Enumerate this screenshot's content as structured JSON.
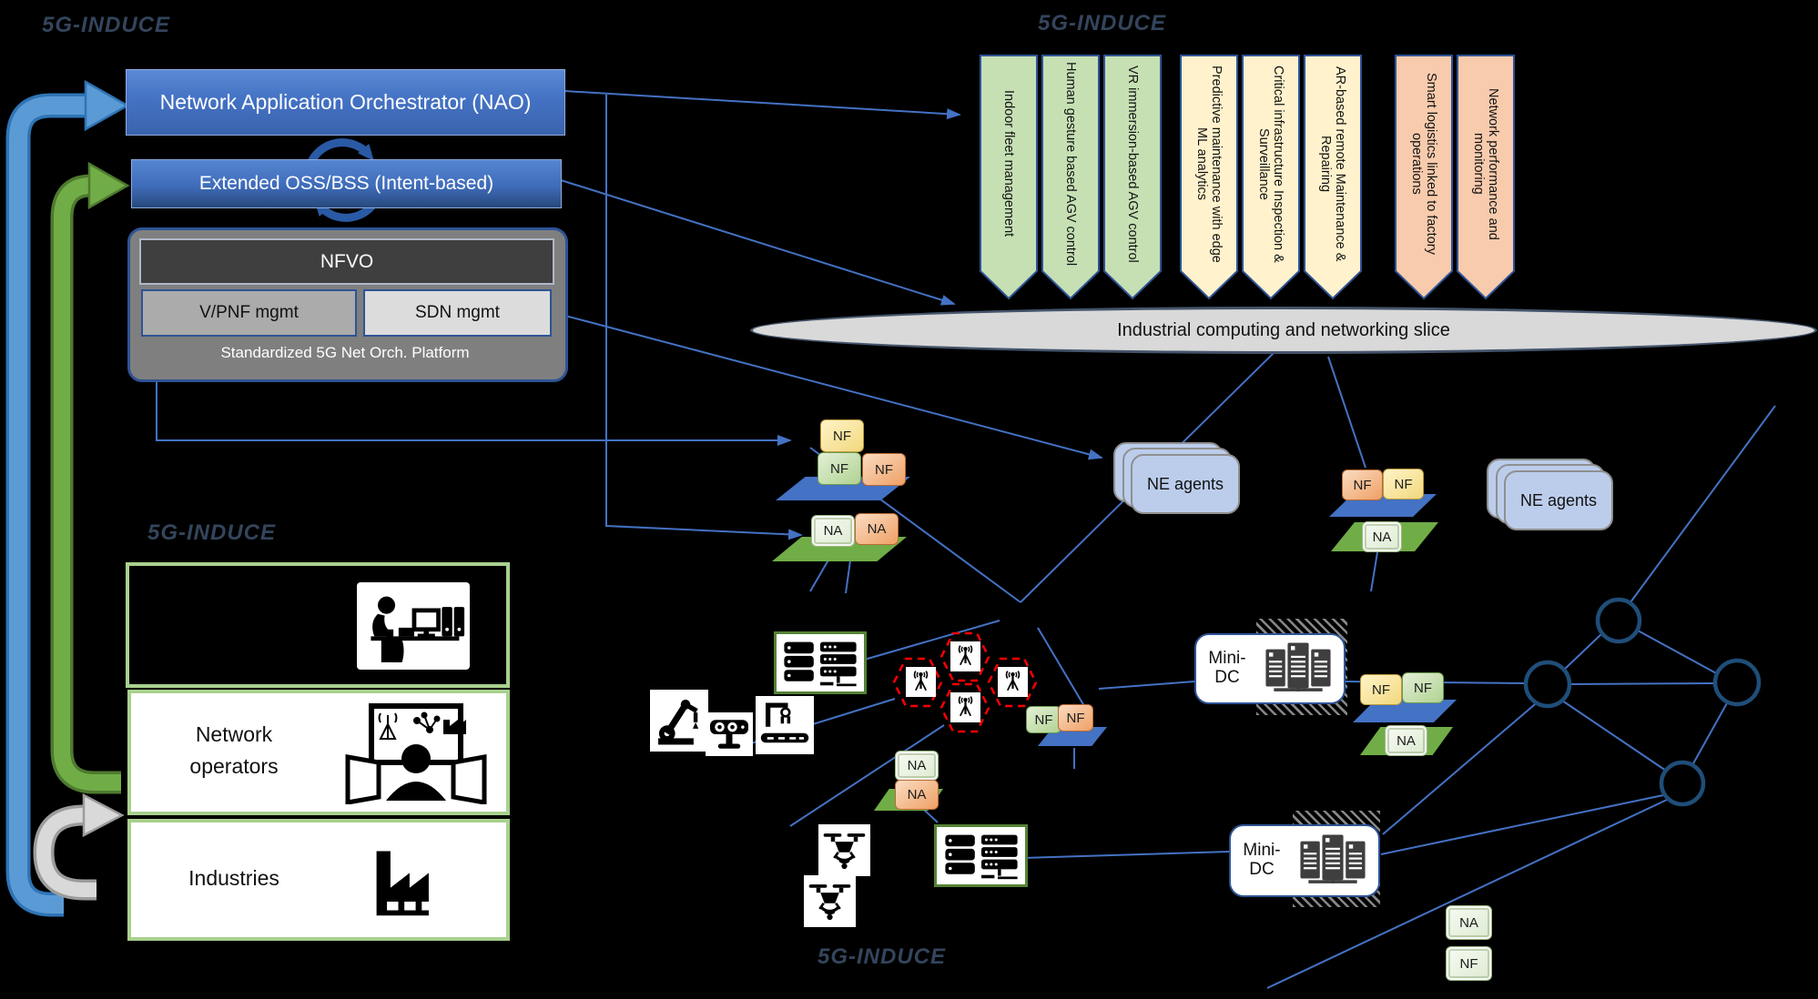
{
  "branding": {
    "watermark": "5G-INDUCE"
  },
  "orchestration": {
    "nao_label": "Network Application Orchestrator  (NAO)",
    "ossbss_label": "Extended OSS/BSS (Intent-based)",
    "nfvo_label": "NFVO",
    "vpnf_label": "V/PNF mgmt",
    "sdn_label": "SDN mgmt",
    "platform_caption": "Standardized 5G Net Orch. Platform"
  },
  "use_cases": [
    {
      "label": "Indoor fleet management",
      "group": "green"
    },
    {
      "label": "Human gesture based AGV control",
      "group": "green"
    },
    {
      "label": "VR immersion-based AGV control",
      "group": "green"
    },
    {
      "label": "Predictive maintenance with edge ML analytics",
      "group": "yellow"
    },
    {
      "label": "Critical infrastructure Inspection & Surveillance",
      "group": "yellow"
    },
    {
      "label": "AR-based remote Maintenance & Repairing",
      "group": "yellow"
    },
    {
      "label": "Smart logistics linked to factory operations",
      "group": "orange"
    },
    {
      "label": "Network performance and monitoring",
      "group": "orange"
    }
  ],
  "slice": {
    "label": "Industrial computing and networking slice"
  },
  "stakeholders": {
    "developers": {
      "icon": "developer-workstation"
    },
    "operators": {
      "label": "Network operators",
      "icon": "operator-monitors"
    },
    "industries": {
      "label": "Industries",
      "icon": "factory"
    }
  },
  "nodes": {
    "nf": "NF",
    "na": "NA",
    "ne_agents": "NE agents",
    "mini_dc_line1": "Mini-",
    "mini_dc_line2": "DC"
  },
  "colors": {
    "connector_blue": "#4472c4",
    "arrow_blue": "#5b9bd5",
    "arrow_green": "#70ad47",
    "arrow_gray": "#d9d9d9",
    "banner_green": "#c6e0b4",
    "banner_yellow": "#fff2cc",
    "banner_orange": "#f8cbad",
    "cell_red": "#ff0000",
    "slice_gray": "#d9d9d9",
    "ne_agents_blue": "#bccdec"
  }
}
